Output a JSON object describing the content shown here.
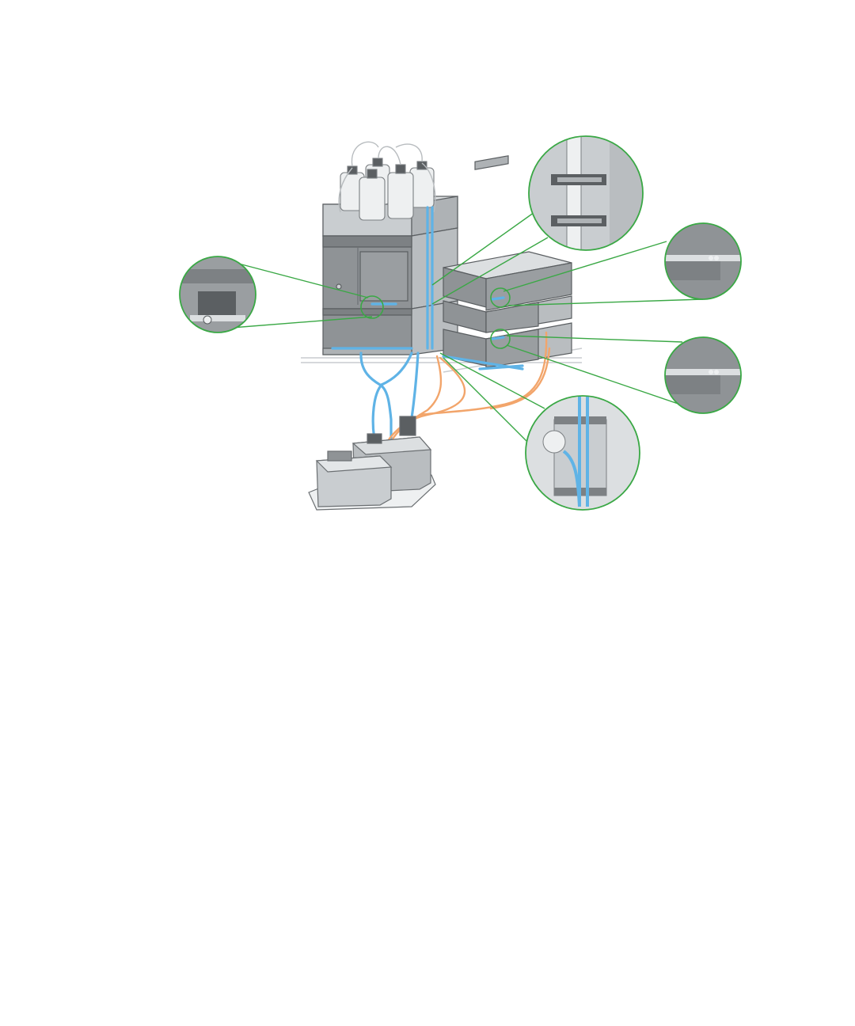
{
  "figure": {
    "description_text": "",
    "colors": {
      "callout": "#3aa845",
      "solvent_tube": "#5fb3e6",
      "waste_tube": "#f2a56b",
      "module_dark": "#8f9396",
      "module_mid": "#b9bdc0",
      "module_light": "#dcdfe1",
      "outline": "#5a5e61",
      "bottle": "#eef0f1",
      "background": "#ffffff"
    },
    "icons": {
      "bottles": "solvent-bottle-icon",
      "canisters": "waste-canister-icon",
      "callout": "magnifier-callout-icon"
    },
    "callouts": [
      {
        "name": "callout-left-drain",
        "detail": "drain-fitting"
      },
      {
        "name": "callout-top-right-clips",
        "detail": "tube-clips"
      },
      {
        "name": "callout-right-upper-leak",
        "detail": "leak-drain"
      },
      {
        "name": "callout-right-lower-leak",
        "detail": "leak-drain"
      },
      {
        "name": "callout-bottom-right-channel",
        "detail": "tube-channel"
      }
    ]
  }
}
